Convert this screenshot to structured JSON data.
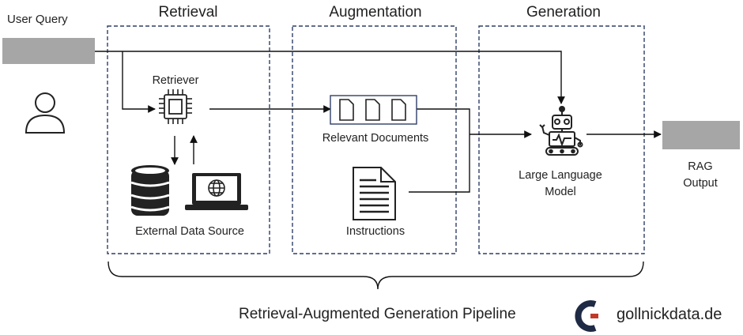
{
  "user_query": {
    "label": "User Query"
  },
  "stages": {
    "retrieval": {
      "title": "Retrieval",
      "retriever_label": "Retriever",
      "source_label": "External Data Source"
    },
    "augmentation": {
      "title": "Augmentation",
      "docs_label": "Relevant Documents",
      "instructions_label": "Instructions"
    },
    "generation": {
      "title": "Generation",
      "model_label_line1": "Large Language",
      "model_label_line2": "Model"
    }
  },
  "output": {
    "label_line1": "RAG",
    "label_line2": "Output"
  },
  "footer": {
    "pipeline_label": "Retrieval-Augmented Generation Pipeline",
    "brand": "gollnickdata.de"
  },
  "colors": {
    "box_border": "#2f3f66",
    "gray_block": "#a6a6a6",
    "line": "#111111",
    "logo_blue": "#1f2a44",
    "logo_red": "#c0392b"
  },
  "icons": [
    "user-icon",
    "chip-icon",
    "database-icon",
    "laptop-globe-icon",
    "documents-icon",
    "document-icon",
    "robot-icon",
    "logo-icon"
  ]
}
